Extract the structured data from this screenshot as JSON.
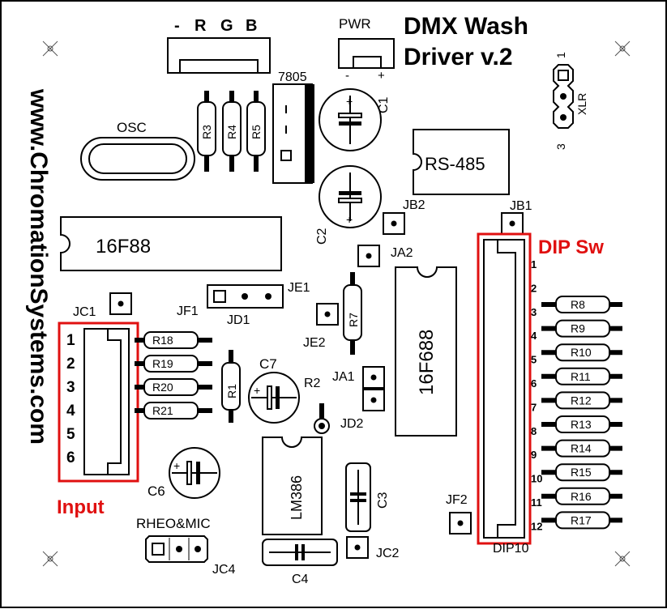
{
  "title": {
    "line1": "DMX Wash",
    "line2": "Driver v.2"
  },
  "website": "www.ChromationSystems.com",
  "rgb_header": {
    "minus": "-",
    "r": "R",
    "g": "G",
    "b": "B"
  },
  "pwr": {
    "label": "PWR",
    "minus": "-",
    "plus": "+"
  },
  "regulator": "7805",
  "caps": {
    "c1": "C1",
    "c2": "C2",
    "c3": "C3",
    "c4": "C4",
    "c6": "C6",
    "c7": "C7"
  },
  "osc": "OSC",
  "resistors_top": [
    "R3",
    "R4",
    "R5"
  ],
  "rs485": "RS-485",
  "xlr": {
    "label": "XLR",
    "pin1": "1",
    "pin3": "3"
  },
  "chip_16f88": "16F88",
  "chip_16f688": "16F688",
  "chip_lm386": "LM386",
  "jumpers": {
    "jb2": "JB2",
    "jb1": "JB1",
    "ja2": "JA2",
    "je1": "JE1",
    "jf1": "JF1",
    "jd1": "JD1",
    "jc1": "JC1",
    "je2": "JE2",
    "ja1": "JA1",
    "jd2": "JD2",
    "r2": "R2",
    "r1": "R1",
    "r7": "R7",
    "jf2": "JF2",
    "jc2": "JC2",
    "jc4": "JC4"
  },
  "dip": {
    "label": "DIP Sw",
    "part": "DIP10",
    "numbers": [
      "1",
      "2",
      "3",
      "4",
      "5",
      "6",
      "7",
      "8",
      "9",
      "10",
      "11",
      "12"
    ],
    "resistors": [
      "R8",
      "R9",
      "R10",
      "R11",
      "R12",
      "R13",
      "R14",
      "R15",
      "R16",
      "R17"
    ]
  },
  "input": {
    "label": "Input",
    "numbers": [
      "1",
      "2",
      "3",
      "4",
      "5",
      "6"
    ],
    "resistors": [
      "R18",
      "R19",
      "R20",
      "R21"
    ]
  },
  "rheo": "RHEO&MIC",
  "colors": {
    "highlight": "#e01010",
    "ink": "#000000"
  }
}
